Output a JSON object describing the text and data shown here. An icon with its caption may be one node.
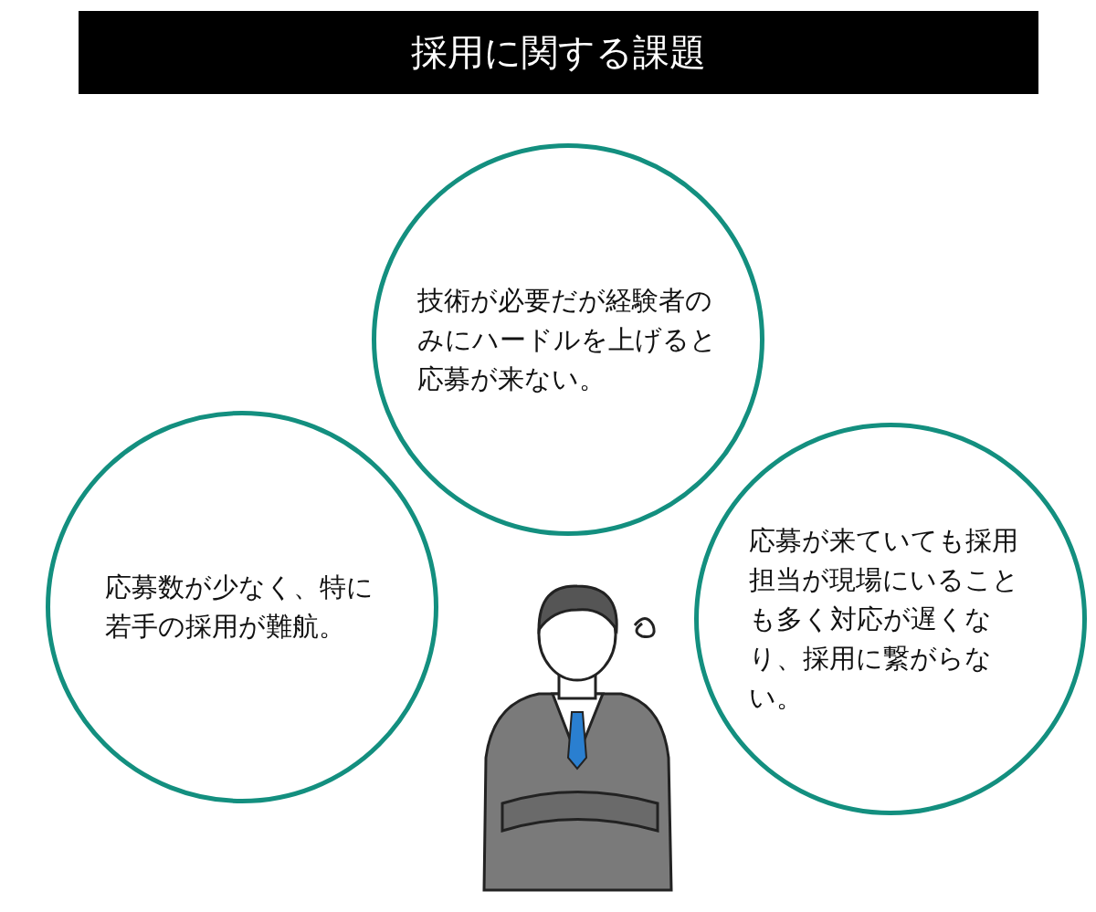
{
  "diagram": {
    "title": "採用に関する課題",
    "nodes": [
      {
        "text": [
          "技術が必要だが経験者のみにハードルを上げると応募が来ない。"
        ]
      },
      {
        "text": [
          "応募数が少なく、特に若手の採用が難航。"
        ]
      },
      {
        "text": [
          "応募が来ていても採用担当が現場にいることも多く対応が遅くなり、採用に繋がらない。"
        ]
      }
    ]
  }
}
